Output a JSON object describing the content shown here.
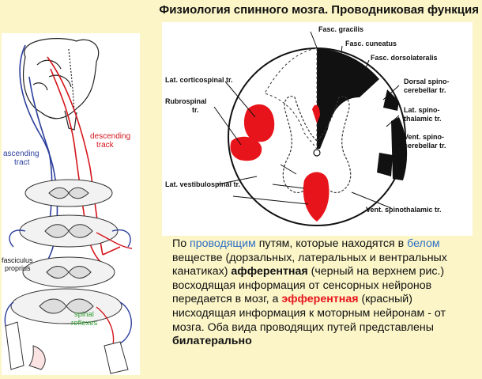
{
  "slide": {
    "title": "Физиология спинного мозга. Проводниковая функция"
  },
  "left_figure": {
    "labels": {
      "descending": "descending",
      "track": "track",
      "ascending": "ascending",
      "tract": "tract",
      "fasciculus": "fasciculus",
      "proprius": "proprius",
      "spinal": "spinal",
      "reflexes": "reflexes"
    }
  },
  "right_figure": {
    "labels": {
      "fasc_gracilis": "Fasc. gracilis",
      "fasc_cuneatus": "Fasc. cuneatus",
      "fasc_dorsolateralis": "Fasc. dorsolateralis",
      "lat_corticospinal": "Lat. corticospinal tr.",
      "rubrospinal_1": "Rubrospinal",
      "rubrospinal_2": "tr.",
      "dorsal_spinocerebellar_1": "Dorsal spino-",
      "dorsal_spinocerebellar_2": "cerebellar tr.",
      "lat_spinothalamic_1": "Lat. spino-",
      "lat_spinothalamic_2": "thalamic tr.",
      "vent_spinocerebellar_1": "Vent. spino-",
      "vent_spinocerebellar_2": "cerebellar tr.",
      "lat_vestibulospinal": "Lat. vestibulospinal tr.",
      "vent_spinothalamic": "Vent. spinothalamic tr."
    }
  },
  "caption": {
    "p1": "По ",
    "p2": "проводящим",
    "p3": " путям, которые находятся  в ",
    "p4": "белом",
    "p5": " веществе (дорзальных, латеральных и вентральных канатиках) ",
    "p6": "афферентная",
    "p7": " (черный на верхнем рис.) восходящая информация от сенсорных нейронов передается в мозг, а ",
    "p8": "эфферентная",
    "p9": " (красный) нисходящая информация  к моторным нейронам - от мозга. Оба вида проводящих путей представлены ",
    "p10": "билатерально"
  },
  "colors": {
    "background": "#fbf5c8",
    "afferent_black": "#111111",
    "efferent_red": "#e8141b",
    "ascending_blue": "#2c3f9c"
  }
}
